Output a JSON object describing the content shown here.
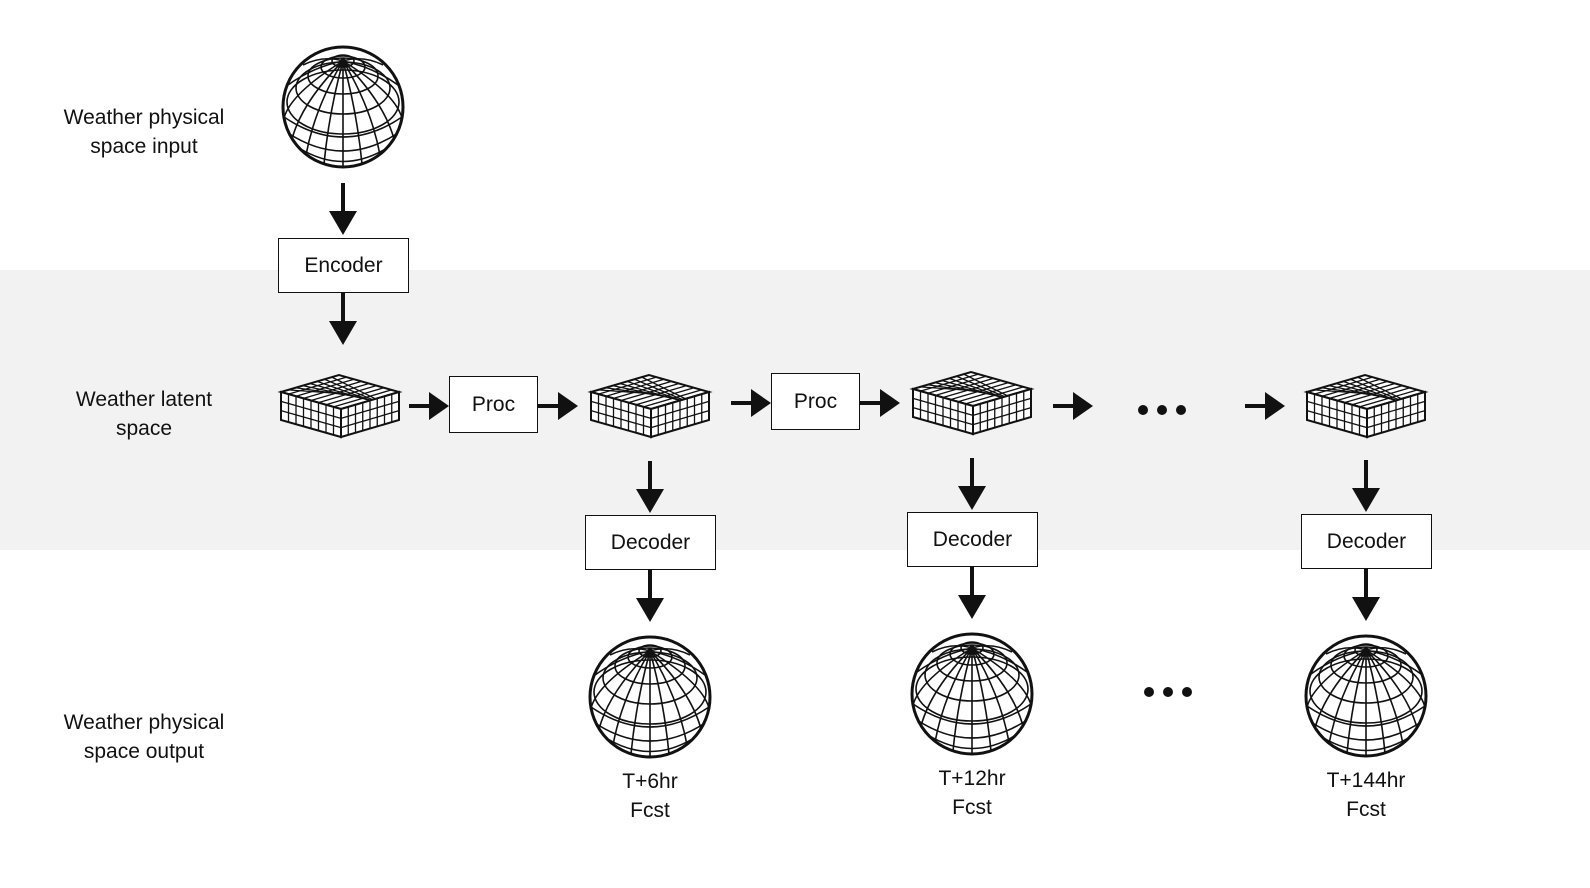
{
  "rows": {
    "input": {
      "line1": "Weather physical",
      "line2": "space input"
    },
    "latent": {
      "line1": "Weather latent",
      "line2": "space"
    },
    "output": {
      "line1": "Weather physical",
      "line2": "space output"
    }
  },
  "blocks": {
    "encoder": "Encoder",
    "proc": "Proc",
    "decoder": "Decoder"
  },
  "forecasts": [
    {
      "lead": "T+6hr",
      "kind": "Fcst"
    },
    {
      "lead": "T+12hr",
      "kind": "Fcst"
    },
    {
      "lead": "T+144hr",
      "kind": "Fcst"
    }
  ]
}
